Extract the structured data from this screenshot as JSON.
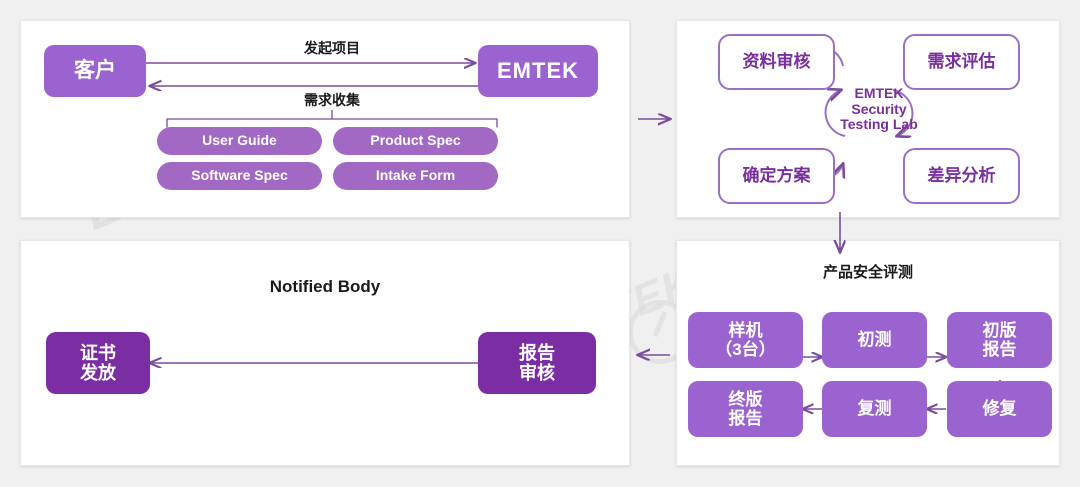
{
  "colors": {
    "page_background": "#f0f0f0",
    "panel_background": "#ffffff",
    "box_mid_purple": "#9a63cf",
    "box_deep_purple": "#7b2da3",
    "box_pill_purple": "#a269c4",
    "outline_purple": "#9b6fc4",
    "text_purple": "#7a2f9e",
    "arrow_purple": "#7a4c9e",
    "watermark_gray": "#d8d8d8"
  },
  "watermarks": {
    "text": "EMTEK",
    "instances": [
      "EMTEK",
      "EMTEK",
      "EMTEK"
    ]
  },
  "panel_top_left": {
    "name": "customer-intake-panel",
    "client_box": "客户",
    "emtek_box": "EMTEK",
    "arrow_top_label": "发起项目",
    "arrow_bottom_label": "需求收集",
    "documents": [
      "User Guide",
      "Product Spec",
      "Software Spec",
      "Intake Form"
    ]
  },
  "panel_top_right": {
    "name": "security-testing-lab-panel",
    "center_text": "EMTEK\nSecurity\nTesting Lab",
    "cycle_steps": [
      "资料审核",
      "需求评估",
      "确定方案",
      "差异分析"
    ]
  },
  "panel_bottom_right": {
    "name": "product-security-assessment-panel",
    "title": "产品安全评测",
    "steps_row1": [
      "样机\n（3台）",
      "初测",
      "初版\n报告"
    ],
    "steps_row2": [
      "终版\n报告",
      "复测",
      "修复"
    ]
  },
  "panel_bottom_left": {
    "name": "notified-body-panel",
    "title": "Notified Body",
    "certificate_box": "证书\n发放",
    "report_review_box": "报告\n审核"
  },
  "connectors": {
    "tl_to_tr": "arrow-right",
    "tr_to_br": "arrow-down",
    "br_to_bl": "arrow-left",
    "client_to_emtek": "arrow-right",
    "emtek_to_client": "arrow-left",
    "report_to_certificate": "arrow-left"
  }
}
